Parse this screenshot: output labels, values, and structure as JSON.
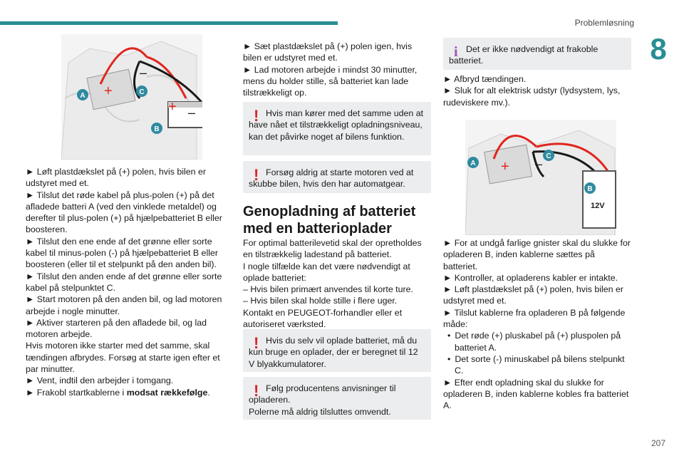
{
  "header": {
    "section": "Problemløsning",
    "chapter": "8"
  },
  "page_number": "207",
  "col1": {
    "illustration": {
      "labels": [
        "A",
        "C",
        "B"
      ],
      "plus": "+",
      "minus": "–"
    },
    "lines": [
      "► Løft plastdækslet på (+) polen, hvis bilen er udstyret med et.",
      "► Tilslut det røde kabel på plus-polen (+) på det afladede batteri A (ved den vinklede metaldel) og derefter til plus-polen (+) på hjælpebatteriet B eller boosteren.",
      "► Tilslut den ene ende af det grønne eller sorte kabel til minus-polen (-) på hjælpebatteriet B eller boosteren (eller til et stelpunkt på den anden bil).",
      "► Tilslut den anden ende af det grønne eller sorte kabel på stelpunktet C.",
      "► Start motoren på den anden bil, og lad motoren arbejde i nogle minutter.",
      "► Aktiver starteren på den afladede bil, og lad motoren arbejde.",
      "Hvis motoren ikke starter med det samme, skal tændingen afbrydes. Forsøg at starte igen efter et par minutter.",
      "► Vent, indtil den arbejder i tomgang."
    ],
    "last_prefix": "► Frakobl startkablerne i ",
    "last_bold": "modsat rækkefølge",
    "last_suffix": "."
  },
  "col2": {
    "lines": [
      "► Sæt plastdækslet på (+) polen igen, hvis bilen er udstyret med et.",
      "► Lad motoren arbejde i mindst 30 minutter, mens du holder stille, så batteriet kan lade tilstrækkeligt op."
    ],
    "warn1": "Hvis man kører med det samme uden at have nået et tilstrækkeligt opladningsniveau, kan det påvirke noget af bilens funktion.",
    "warn2": "Forsøg aldrig at starte motoren ved at skubbe bilen, hvis den har automatgear.",
    "heading": "Genopladning af batteriet med en batterioplader",
    "body": [
      "For optimal batterilevetid skal der opretholdes en tilstrækkelig ladestand på batteriet.",
      "I nogle tilfælde kan det være nødvendigt at oplade batteriet:",
      "– Hvis bilen primært anvendes til korte ture.",
      "– Hvis bilen skal holde stille i flere uger.",
      "Kontakt en PEUGEOT-forhandler eller et autoriseret værksted."
    ],
    "warn3": "Hvis du selv vil oplade batteriet, må du kun bruge en oplader, der er beregnet til 12 V blyakkumulatorer.",
    "warn4_a": "Følg producentens anvisninger til opladeren.",
    "warn4_b": "Polerne må aldrig tilsluttes omvendt."
  },
  "col3": {
    "info": "Det er ikke nødvendigt at frakoble batteriet.",
    "lines_top": [
      "► Afbryd tændingen.",
      "► Sluk for alt elektrisk udstyr (lydsystem, lys, rudeviskere mv.)."
    ],
    "illustration": {
      "labels": [
        "A",
        "C",
        "B"
      ],
      "voltage": "12V",
      "plus": "+",
      "minus": "–"
    },
    "lines_bottom": [
      "► For at undgå farlige gnister skal du slukke for opladeren B, inden kablerne sættes på batteriet.",
      "► Kontroller, at opladerens kabler er intakte.",
      "► Løft plastdækslet på (+) polen, hvis bilen er udstyret med et.",
      "► Tilslut kablerne fra opladeren B på følgende måde:"
    ],
    "sub": [
      "Det røde (+) pluskabel på (+) pluspolen på batteriet A.",
      "Det sorte (-) minuskabel på bilens stelpunkt C."
    ],
    "final": "► Efter endt opladning skal du slukke for opladeren B, inden kablerne kobles fra batteriet A."
  },
  "colors": {
    "accent": "#2a8d94",
    "warning": "#d6262b",
    "info": "#9a57b8",
    "box_bg": "#ecedee",
    "cable_red": "#e0261f",
    "cable_black": "#1a1a1a",
    "label_teal": "#2f8aa0"
  },
  "icons": {
    "warning": "exclamation-icon",
    "info": "info-icon"
  },
  "glyphs": {
    "warning": "!",
    "info": "i"
  }
}
